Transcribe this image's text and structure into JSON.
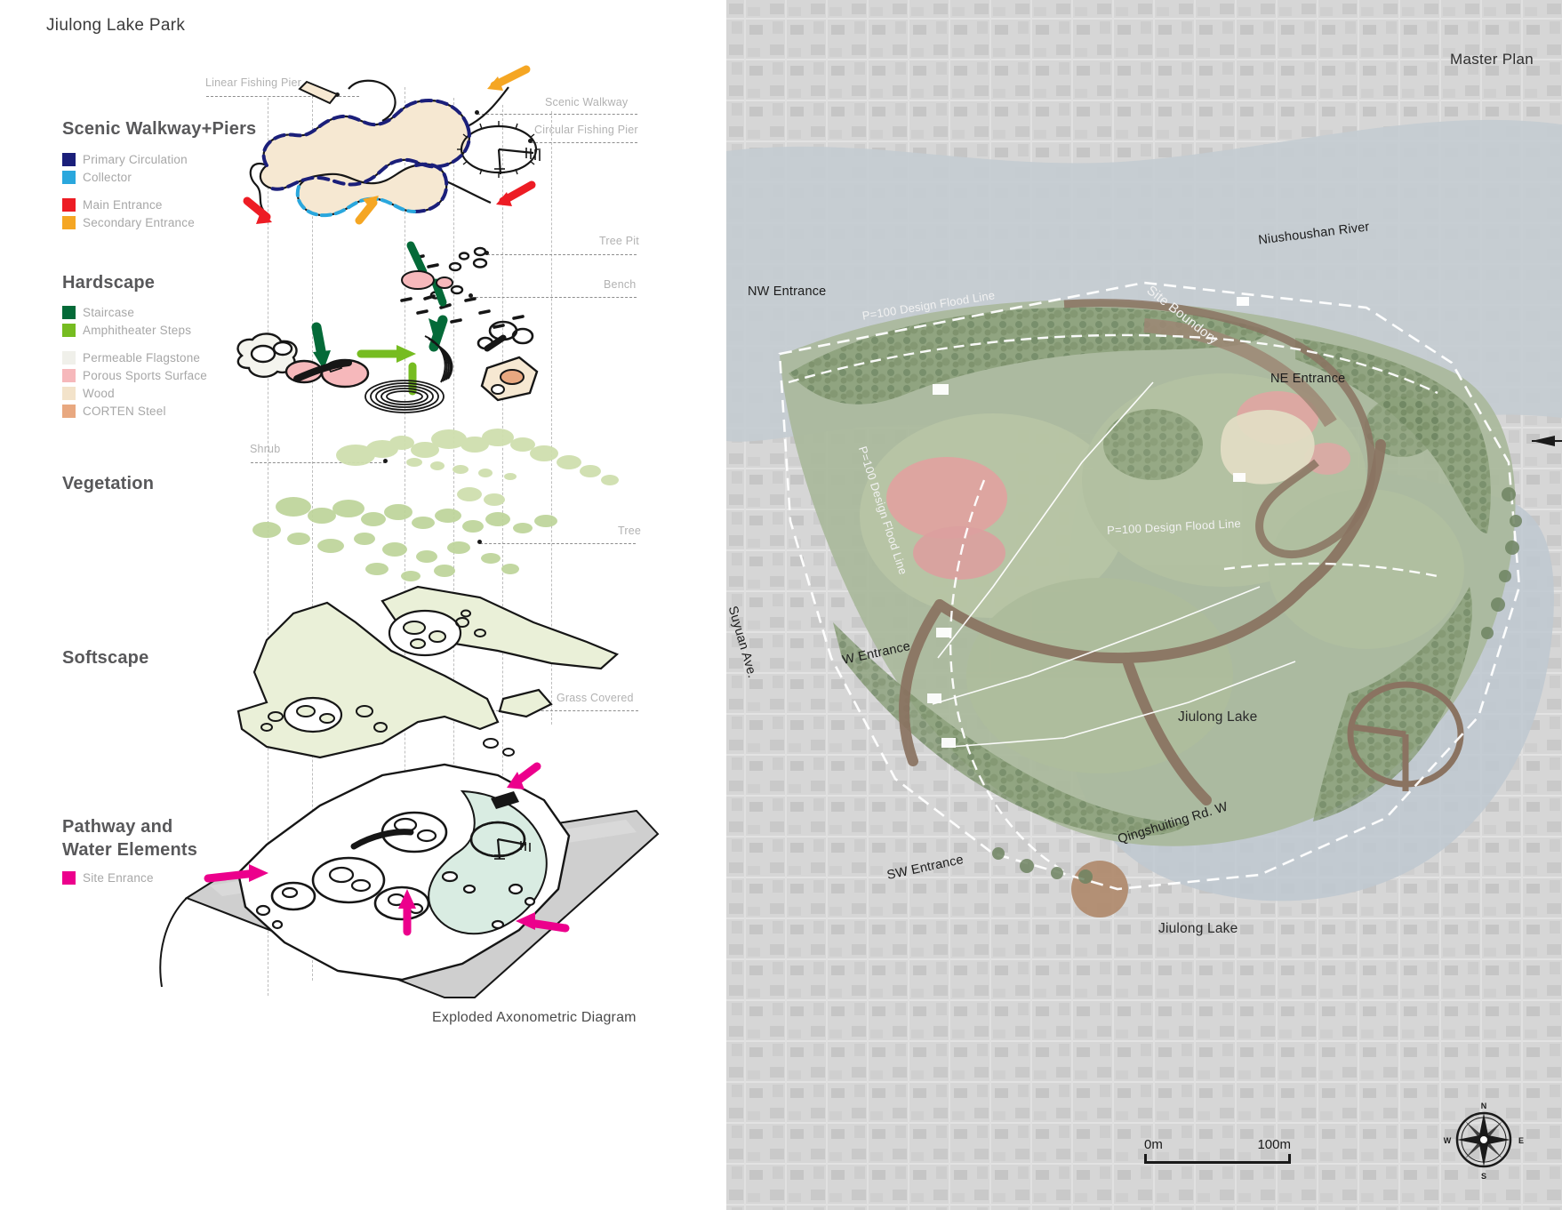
{
  "board": {
    "title": "Jiulong Lake Park",
    "left_caption": "Exploded Axonometric Diagram",
    "right_title": "Master Plan"
  },
  "legend": {
    "sections": [
      {
        "id": "scenic-walkway-piers",
        "heading": "Scenic Walkway+Piers",
        "items": [
          {
            "label": "Primary Circulation",
            "color": "#1b1f7a"
          },
          {
            "label": "Collector",
            "color": "#2aa7dd"
          },
          {
            "label": "Main Entrance",
            "color": "#ed1c24"
          },
          {
            "label": "Secondary Entrance",
            "color": "#f5a623"
          }
        ]
      },
      {
        "id": "hardscape",
        "heading": "Hardscape",
        "items": [
          {
            "label": "Staircase",
            "color": "#046a38"
          },
          {
            "label": "Amphitheater Steps",
            "color": "#76bc21"
          },
          {
            "label": "Permeable Flagstone",
            "color": "#f0f0ea"
          },
          {
            "label": "Porous Sports Surface",
            "color": "#f6b8bb"
          },
          {
            "label": "Wood",
            "color": "#f3e3ca"
          },
          {
            "label": "CORTEN Steel",
            "color": "#e8a880"
          }
        ]
      },
      {
        "id": "vegetation",
        "heading": "Vegetation",
        "items": []
      },
      {
        "id": "softscape",
        "heading": "Softscape",
        "items": []
      },
      {
        "id": "pathway-water-elements",
        "heading": "Pathway and\nWater Elements",
        "items": [
          {
            "label": "Site Enrance",
            "color": "#ec008c"
          }
        ]
      }
    ]
  },
  "axo_callouts": {
    "linear_fishing_pier": "Linear Fishing Pier",
    "scenic_walkway": "Scenic Walkway",
    "circular_fishing_pier": "Circular Fishing Pier",
    "tree_pit": "Tree Pit",
    "bench": "Bench",
    "shrub": "Shrub",
    "tree": "Tree",
    "grass_covered": "Grass Covered"
  },
  "master_plan": {
    "entrances": [
      {
        "label": "NW Entrance"
      },
      {
        "label": "NE Entrance"
      },
      {
        "label": "W Entrance"
      },
      {
        "label": "SW Entrance"
      }
    ],
    "flood_lines": [
      {
        "label": "P=100 Design Flood Line"
      },
      {
        "label": "P=100 Design Flood Line"
      },
      {
        "label": "P=100 Design Flood Line"
      }
    ],
    "site_boundary": "Site Boundory",
    "water_bodies": [
      {
        "label": "Niushoushan River"
      },
      {
        "label": "Jiulong Lake"
      },
      {
        "label": "Jiulong Lake"
      }
    ],
    "streets": [
      {
        "label": "Suyuan Ave."
      },
      {
        "label": "Qingshuiting Rd. W"
      }
    ],
    "scale": {
      "min": "0m",
      "max": "100m"
    },
    "compass": {
      "n": "N",
      "e": "E",
      "s": "S",
      "w": "W"
    }
  },
  "colors": {
    "walkway_fill": "#f6e8d2",
    "primary_circulation": "#1b1f7a",
    "collector": "#2aa7dd",
    "shrub_green": "#cfdfae",
    "tree_green": "#bdd49a",
    "grass": "#eaf0d8",
    "water": "#d9ece2",
    "sports_pink": "#f6b8bb",
    "flagstone": "#f0f0ea",
    "site_entrance": "#ec008c",
    "road_grey": "#cfcfcf"
  }
}
